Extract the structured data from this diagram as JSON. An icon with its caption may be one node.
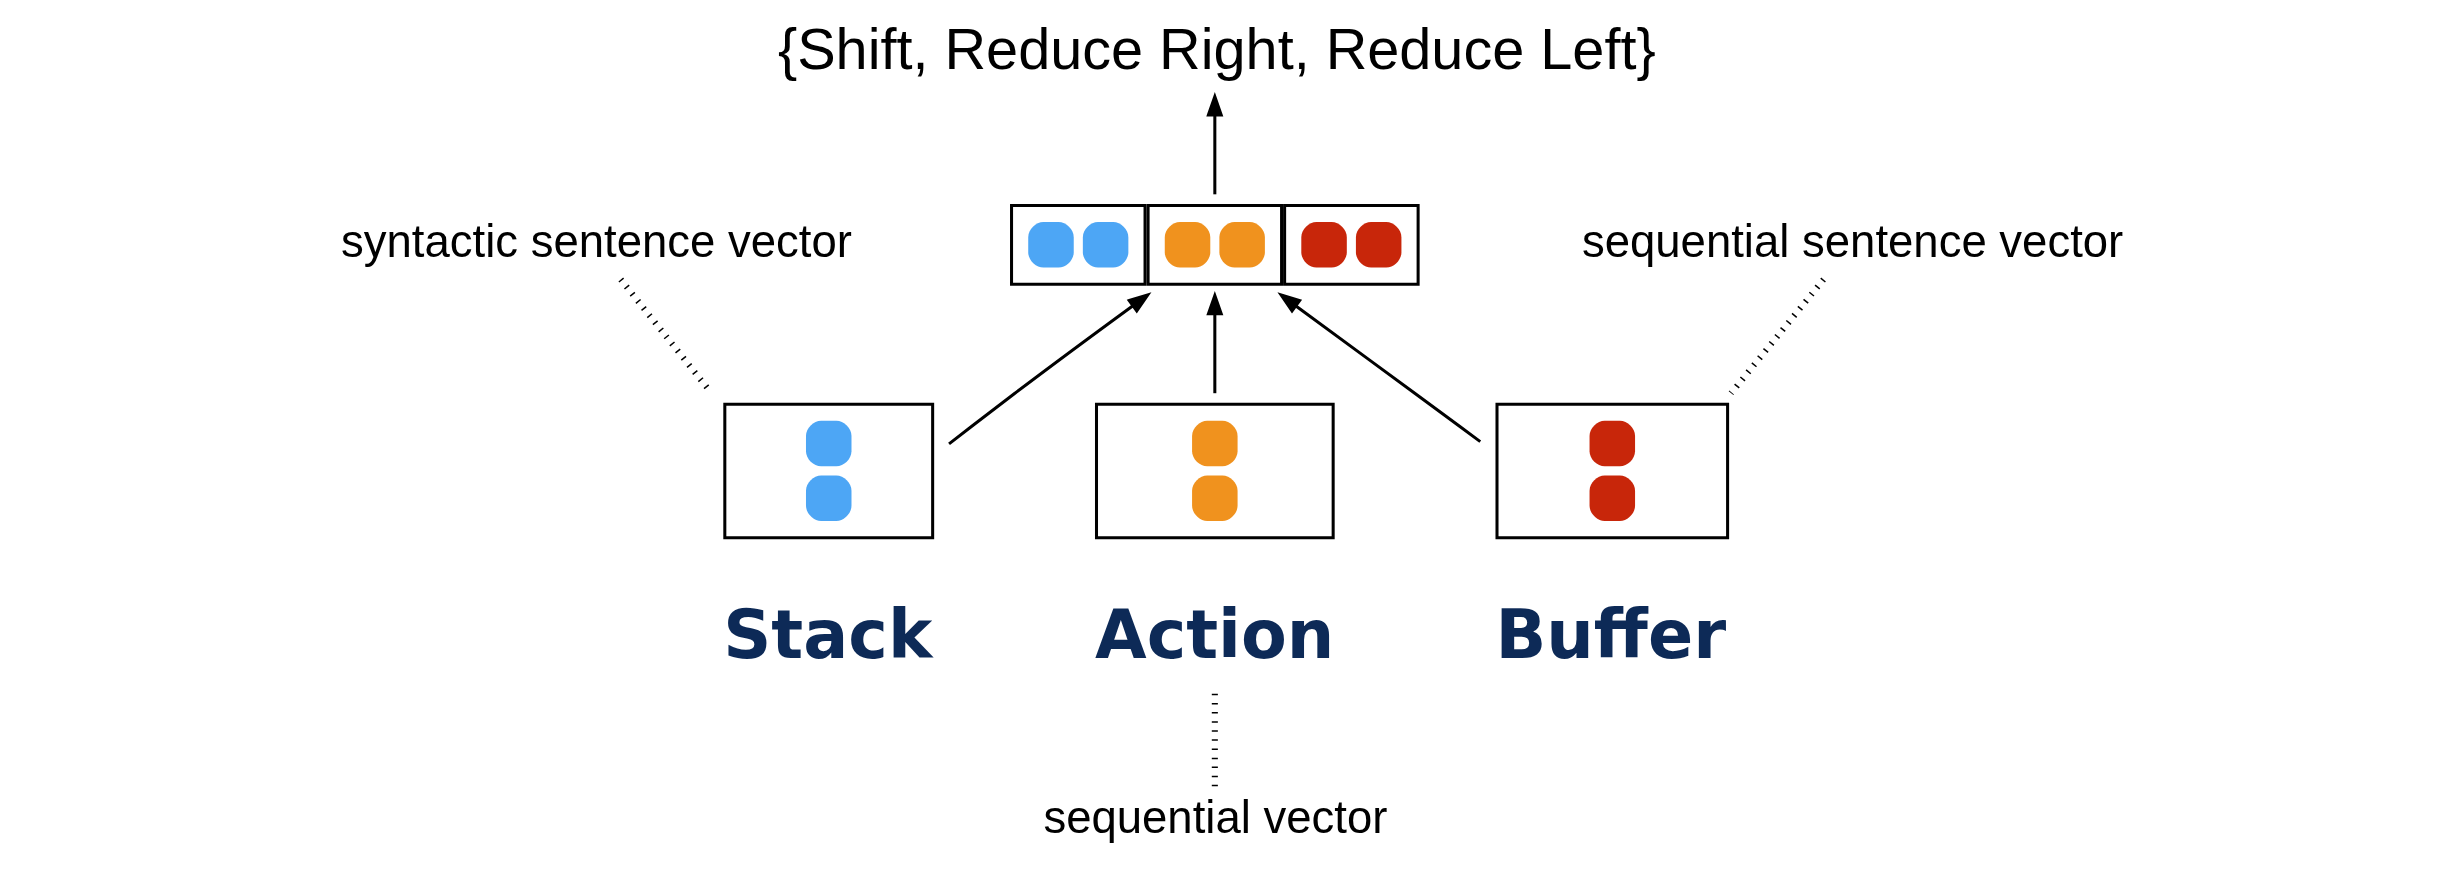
{
  "diagram": {
    "nodes": [
      {
        "text": [
          "{Shift, Reduce Right, Reduce Left}"
        ]
      },
      {
        "text": [],
        "shape": "box"
      },
      {
        "text": [
          "syntactic sentence vector"
        ]
      },
      {
        "text": [],
        "shape": "box",
        "beside": [
          "Stack"
        ]
      },
      {
        "text": [],
        "shape": "box",
        "beside": [
          "Action"
        ]
      },
      {
        "text": [
          "sequential vector"
        ]
      },
      {
        "text": [],
        "shape": "box",
        "beside": [
          "Buffer"
        ]
      },
      {
        "text": [
          "sequential sentence vector"
        ]
      }
    ],
    "edges": [
      {
        "from": 1,
        "to": 0,
        "arrow": "to"
      },
      {
        "from": 3,
        "to": 1,
        "arrow": "to"
      },
      {
        "from": 4,
        "to": 1,
        "arrow": "to"
      },
      {
        "from": 6,
        "to": 1,
        "arrow": "to"
      },
      {
        "from": 2,
        "to": 3,
        "arrow": "none",
        "style": "dashed"
      },
      {
        "from": 5,
        "to": 4,
        "arrow": "none",
        "style": "dashed"
      },
      {
        "from": 7,
        "to": 6,
        "arrow": "none",
        "style": "dashed"
      }
    ]
  }
}
